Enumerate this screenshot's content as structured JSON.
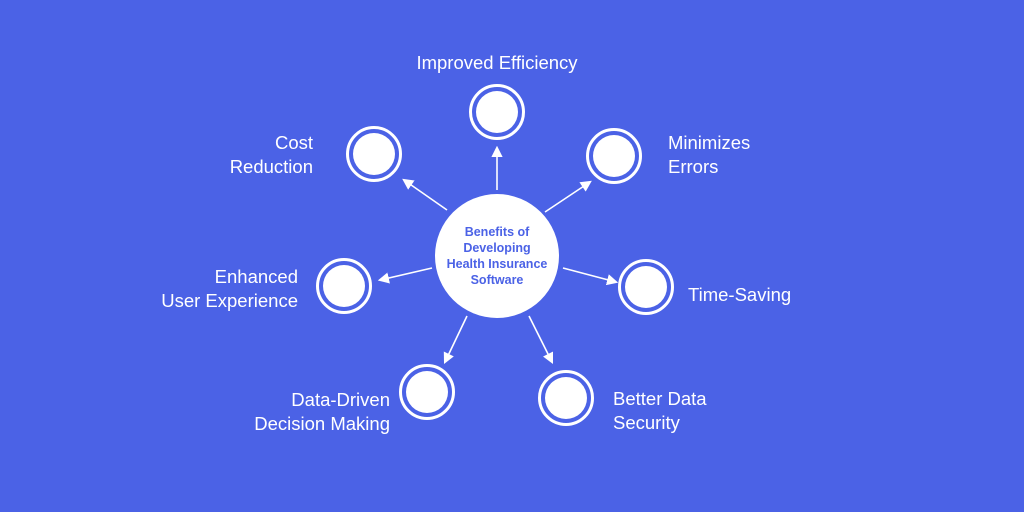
{
  "colors": {
    "background": "#4b62e6",
    "foreground": "#ffffff"
  },
  "center": {
    "lines": [
      "Benefits of",
      "Developing",
      "Health Insurance",
      "Software"
    ]
  },
  "benefits": [
    {
      "id": "improved-efficiency",
      "lines": [
        "Improved Efficiency"
      ]
    },
    {
      "id": "minimizes-errors",
      "lines": [
        "Minimizes",
        "Errors"
      ]
    },
    {
      "id": "time-saving",
      "lines": [
        "Time-Saving"
      ]
    },
    {
      "id": "better-data-security",
      "lines": [
        "Better Data",
        "Security"
      ]
    },
    {
      "id": "data-driven-decision-making",
      "lines": [
        "Data-Driven",
        "Decision Making"
      ]
    },
    {
      "id": "enhanced-user-experience",
      "lines": [
        "Enhanced",
        "User Experience"
      ]
    },
    {
      "id": "cost-reduction",
      "lines": [
        "Cost",
        "Reduction"
      ]
    }
  ]
}
